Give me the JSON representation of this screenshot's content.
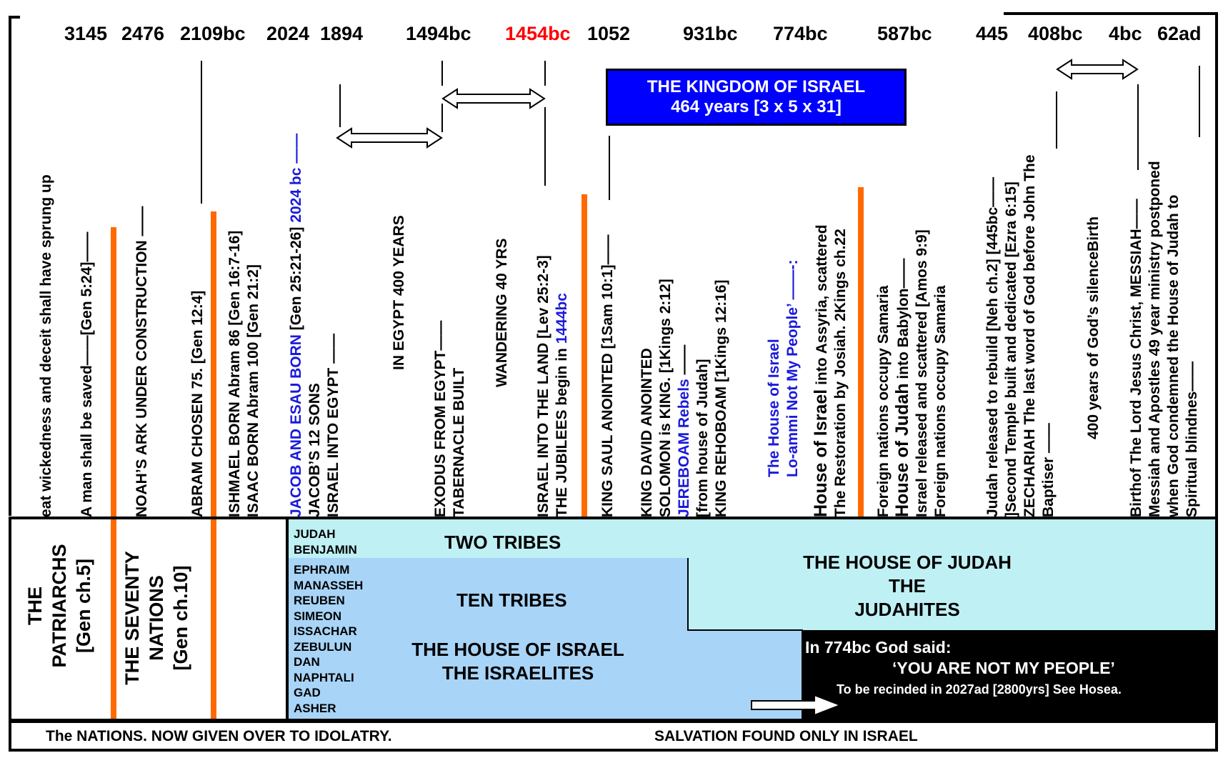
{
  "years": [
    "3145",
    "2476",
    "2109bc",
    "2024",
    "1894",
    "1494bc",
    "1454bc",
    "1052",
    "931bc",
    "774bc",
    "587bc",
    "445",
    "408bc",
    "4bc",
    "62ad"
  ],
  "colors": {
    "highlight_year": "#ff0000",
    "blue_text": "#1a1adb",
    "kingdom_box": "#0000ff",
    "orange_bars": "#ff6a00",
    "light_cyan": "#bff0f4",
    "light_blue": "#a8d4f7",
    "black_box": "#000000"
  },
  "kingdom": {
    "line1": "THE KINGDOM OF ISRAEL",
    "line2": "464 years [3 x 5 x 31]"
  },
  "columns": {
    "c1": {
      "a": "eat wickedness and deceit shall have sprung up"
    },
    "c2": {
      "a": "A man shall be saved——[Gen 5:24]——"
    },
    "c3": {
      "a": "NOAH’S ARK UNDER CONSTRUCTION ——"
    },
    "c4": {
      "a": "ABRAM CHOSEN  75.    [Gen 12:4]"
    },
    "c5": {
      "a": "ISHMAEL BORN  Abram 86     [Gen 16:7-16]",
      "b": "ISAAC BORN     Abram 100     [Gen 21:2]"
    },
    "c6": {
      "a1": "JACOB  AND ESAU BORN",
      "a2": " [Gen 25:21-26] ",
      "a3": "2024 bc ——",
      "b": "JACOB’S 12 SONS",
      "c": "ISRAEL INTO EGYPT ——"
    },
    "c7": {
      "a": "IN EGYPT   400  YEARS"
    },
    "c8": {
      "a": "EXODUS FROM EGYPT——",
      "b": "TABERNACLE BUILT"
    },
    "c9": {
      "a": "WANDERING  40 YRS"
    },
    "c10": {
      "a": "ISRAEL INTO THE LAND   [Lev 25:2-3]",
      "b1": "THE JUBILEES begin in ",
      "b2": "1444bc"
    },
    "c11": {
      "a": "KING SAUL ANOINTED [1Sam 10:1]——"
    },
    "c12": {
      "a": "KING DAVID ANOINTED",
      "b": "SOLOMON is  KING.  [1Kings 2:12]",
      "c1": "JEREBOAM Rebels",
      "c2": " ——",
      "d": "[from house of Judah]",
      "e": "KING REHOBOAM    [1Kings 12:16]"
    },
    "c13": {
      "a": "The House of Israel",
      "b": "Lo-ammi Not My People’ ——-:"
    },
    "c14": {
      "a1": "House of Israel",
      "a2": "  into Assyria, scattered",
      "b": "The Restoration by Josiah. 2Kings ch.22"
    },
    "c15": {
      "a": "Foreign nations occupy Samaria",
      "b1": "House of Judah",
      "b2": " into Babylon——",
      "c": "Israel released and scattered   [Amos 9:9]",
      "d": "Foreign nations occupy Samaria"
    },
    "c16": {
      "a": "Judah released to rebuild [Neh ch.2] [445bc——",
      "b": "]Second Temple built and dedicated [Ezra 6:15]",
      "c": "ZECHARIAH  The last word of God before John The",
      "d": "Baptiser ——"
    },
    "c17": {
      "a": "400 years of God’s silenceBirth"
    },
    "c18": {
      "a": "Birthof The Lord Jesus Christ, MESSIAH——",
      "b": "Messiah and Apostles 49 year ministry postponed",
      "c": "when God condemned the House of Judah to",
      "d": "Spiritual blindnes——"
    }
  },
  "bottom": {
    "patriarchs1": "THE",
    "patriarchs2": "PATRIARCHS",
    "patriarchs3": "[Gen ch.5]",
    "seventy1": "THE SEVENTY",
    "seventy2": "NATIONS",
    "seventy3": "[Gen ch.10]",
    "tribes_two": [
      "JUDAH",
      "BENJAMIN"
    ],
    "tribes_ten": [
      "EPHRAIM",
      "MANASSEH",
      "REUBEN",
      "SIMEON",
      "ISSACHAR",
      "ZEBULUN",
      "DAN",
      "NAPHTALI",
      "GAD",
      "ASHER"
    ],
    "two_tribes": "TWO TRIBES",
    "ten_tribes": "TEN TRIBES",
    "house_israel1": "THE HOUSE OF ISRAEL",
    "house_israel2": "THE ISRAELITES",
    "house_judah1": "THE HOUSE OF JUDAH",
    "house_judah2": "THE",
    "house_judah3": "JUDAHITES",
    "god_said": "In 774bc God said:",
    "not_my_people": "‘YOU ARE NOT MY PEOPLE’",
    "recinded": "To be recinded in  2027ad  [2800yrs] See Hosea."
  },
  "footer": {
    "left": "The NATIONS.  NOW GIVEN OVER TO IDOLATRY.",
    "right": "SALVATION   FOUND ONLY IN ISRAEL"
  }
}
